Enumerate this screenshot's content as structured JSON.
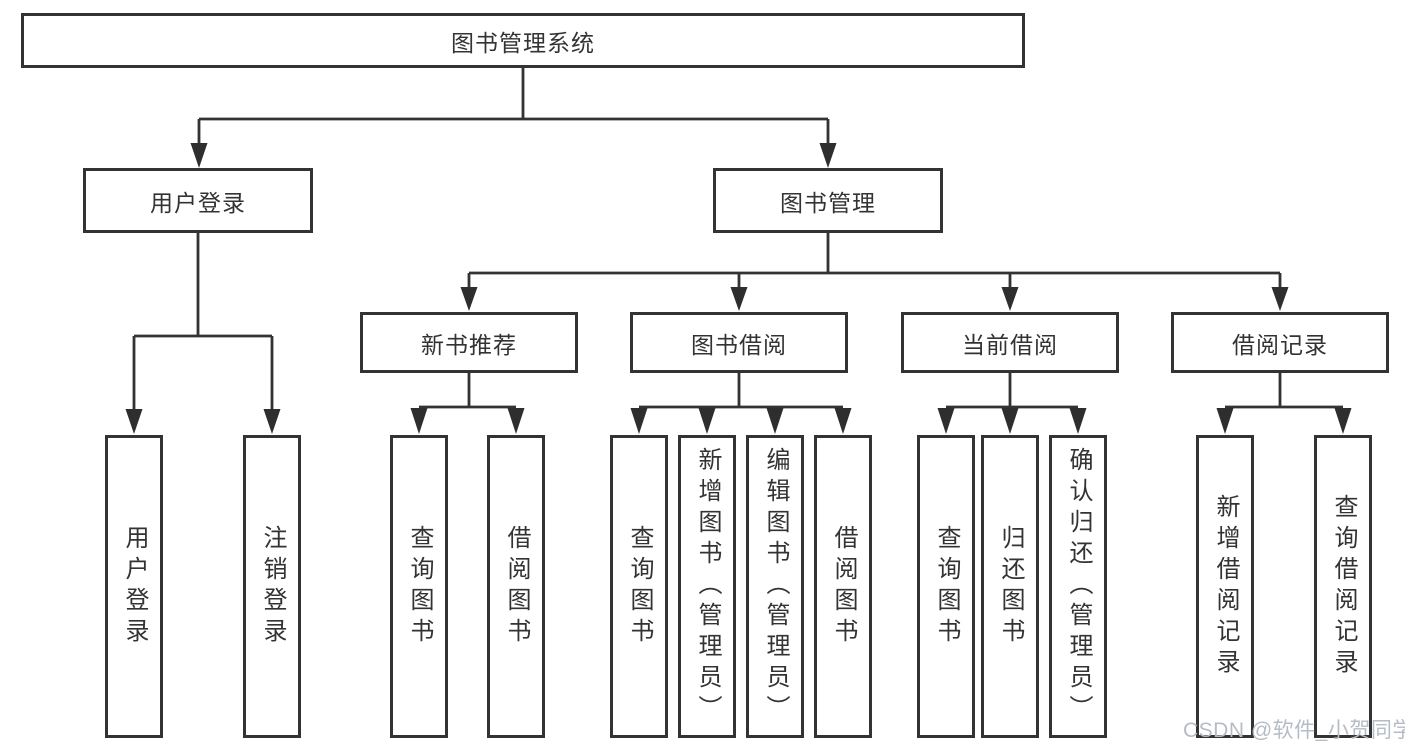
{
  "tree": {
    "label": "图书管理系统",
    "children": [
      {
        "label": "用户登录",
        "children": [
          {
            "label": "用户登录"
          },
          {
            "label": "注销登录"
          }
        ]
      },
      {
        "label": "图书管理",
        "children": [
          {
            "label": "新书推荐",
            "children": [
              {
                "label": "查询图书"
              },
              {
                "label": "借阅图书"
              }
            ]
          },
          {
            "label": "图书借阅",
            "children": [
              {
                "label": "查询图书"
              },
              {
                "label": "新增图书（管理员）"
              },
              {
                "label": "编辑图书（管理员）"
              },
              {
                "label": "借阅图书"
              }
            ]
          },
          {
            "label": "当前借阅",
            "children": [
              {
                "label": "查询图书"
              },
              {
                "label": "归还图书"
              },
              {
                "label": "确认归还（管理员）"
              }
            ]
          },
          {
            "label": "借阅记录",
            "children": [
              {
                "label": "新增借阅记录"
              },
              {
                "label": "查询借阅记录"
              }
            ]
          }
        ]
      }
    ]
  },
  "watermark": {
    "text": "CSDN @软件_小贺同学",
    "color": "#b6bcc6"
  },
  "colors": {
    "line": "#333333",
    "box_border": "#333333",
    "box_bg": "#ffffff",
    "text": "#333333"
  }
}
